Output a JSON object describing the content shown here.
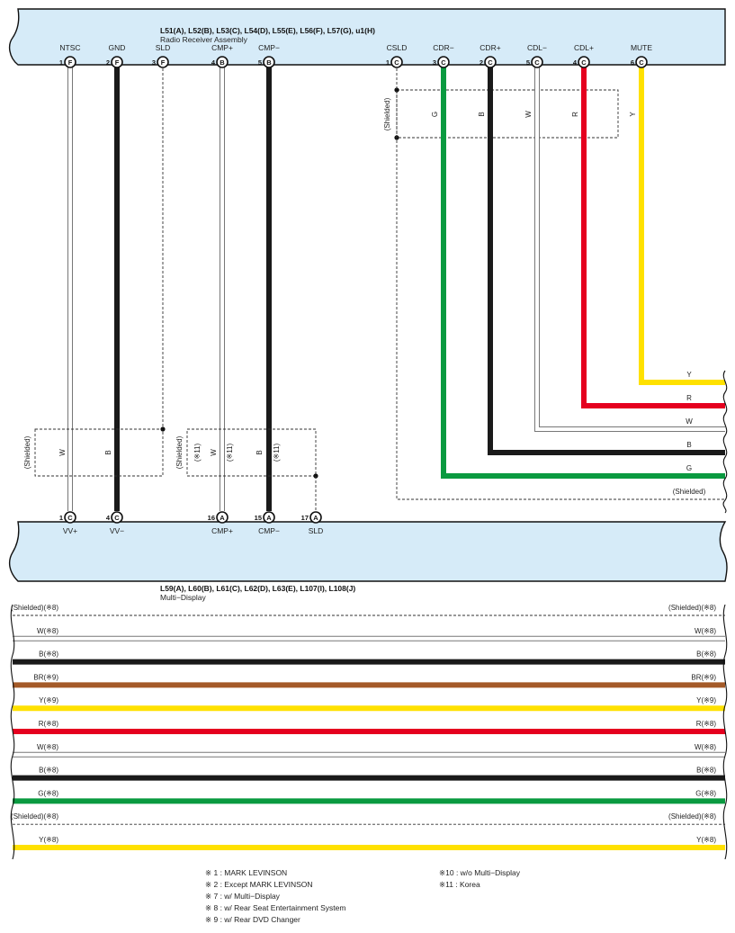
{
  "colors": {
    "connector_fill": "#d6ebf8",
    "W": "#ffffff",
    "B": "#1a1a1a",
    "G": "#0a9a40",
    "R": "#e5001f",
    "Y": "#ffe100",
    "BR": "#a45a28"
  },
  "top_connector": {
    "ids": "L51(A), L52(B), L53(C), L54(D), L55(E), L56(F), L57(G), u1(H)",
    "name": "Radio Receiver Assembly",
    "pins": [
      {
        "label": "NTSC",
        "num": "1",
        "conn": "F"
      },
      {
        "label": "GND",
        "num": "2",
        "conn": "F"
      },
      {
        "label": "SLD",
        "num": "3",
        "conn": "F"
      },
      {
        "label": "CMP+",
        "num": "4",
        "conn": "B"
      },
      {
        "label": "CMP−",
        "num": "5",
        "conn": "B"
      },
      {
        "label": "CSLD",
        "num": "1",
        "conn": "C"
      },
      {
        "label": "CDR−",
        "num": "3",
        "conn": "C"
      },
      {
        "label": "CDR+",
        "num": "2",
        "conn": "C"
      },
      {
        "label": "CDL−",
        "num": "5",
        "conn": "C"
      },
      {
        "label": "CDL+",
        "num": "4",
        "conn": "C"
      },
      {
        "label": "MUTE",
        "num": "6",
        "conn": "C"
      }
    ]
  },
  "bottom_connector": {
    "ids": "L59(A), L60(B), L61(C), L62(D), L63(E), L107(I), L108(J)",
    "name": "Multi−Display",
    "pins": [
      {
        "label": "VV+",
        "num": "1",
        "conn": "C"
      },
      {
        "label": "VV−",
        "num": "4",
        "conn": "C"
      },
      {
        "label": "CMP+",
        "num": "16",
        "conn": "A"
      },
      {
        "label": "CMP−",
        "num": "15",
        "conn": "A"
      },
      {
        "label": "SLD",
        "num": "17",
        "conn": "A"
      }
    ]
  },
  "shield_label": "(Shielded)",
  "wire_tags": {
    "W": "W",
    "B": "B",
    "G": "G",
    "R": "R",
    "Y": "Y",
    "note11a": "(※11)",
    "note11b": "(※11)"
  },
  "right_wires": {
    "Y": "Y",
    "R": "R",
    "W": "W",
    "B": "B",
    "G": "G",
    "shield": "(Shielded)"
  },
  "harness_rows": [
    {
      "label": "(Shielded)(※8)",
      "color": "shield"
    },
    {
      "label": "W(※8)",
      "color": "W"
    },
    {
      "label": "B(※8)",
      "color": "B"
    },
    {
      "label": "BR(※9)",
      "color": "BR"
    },
    {
      "label": "Y(※9)",
      "color": "Y"
    },
    {
      "label": "R(※8)",
      "color": "R"
    },
    {
      "label": "W(※8)",
      "color": "W"
    },
    {
      "label": "B(※8)",
      "color": "B"
    },
    {
      "label": "G(※8)",
      "color": "G"
    },
    {
      "label": "(Shielded)(※8)",
      "color": "shield"
    },
    {
      "label": "Y(※8)",
      "color": "Y"
    }
  ],
  "notes": [
    "※ 1 : MARK LEVINSON",
    "※ 2 : Except MARK LEVINSON",
    "※ 7 : w/ Multi−Display",
    "※ 8 : w/ Rear Seat Entertainment System",
    "※ 9 : w/ Rear DVD Changer",
    "※10 : w/o Multi−Display",
    "※11 : Korea"
  ]
}
